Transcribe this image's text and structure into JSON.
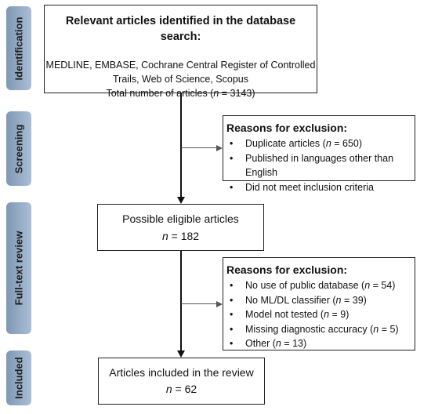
{
  "stages": {
    "identification": "Identification",
    "screening": "Screening",
    "fulltext": "Full-text review",
    "included": "Included"
  },
  "identification_box": {
    "title": "Relevant articles identified in the database search:",
    "line1": "MEDLINE, EMBASE, Cochrane Central Register of Controlled",
    "line2": "Trails, Web of Science, Scopus",
    "count_prefix": "Total number of articles (",
    "n_symbol": "n",
    "count_suffix": " = 3143)"
  },
  "screening_exclusion": {
    "title": "Reasons for exclusion:",
    "items": [
      {
        "text": "Duplicate articles (",
        "n": "n",
        "suffix": " = 650)"
      },
      {
        "text": "Published in languages other than English",
        "n": "",
        "suffix": ""
      },
      {
        "text": "Did not meet inclusion criteria",
        "n": "",
        "suffix": ""
      }
    ]
  },
  "eligible_box": {
    "title": "Possible eligible articles",
    "n_symbol": "n",
    "count_suffix": " = 182"
  },
  "fulltext_exclusion": {
    "title": "Reasons for exclusion:",
    "items": [
      {
        "text": "No use of public database (",
        "n": "n",
        "suffix": " = 54)"
      },
      {
        "text": "No ML/DL classifier (",
        "n": "n",
        "suffix": " = 39)"
      },
      {
        "text": "Model not tested (",
        "n": "n",
        "suffix": " = 9)"
      },
      {
        "text": "Missing diagnostic accuracy (",
        "n": "n",
        "suffix": " = 5)"
      },
      {
        "text": "Other (",
        "n": "n",
        "suffix": " = 13)"
      }
    ]
  },
  "included_box": {
    "title": "Articles included in the review",
    "n_symbol": "n",
    "count_suffix": " = 62"
  }
}
